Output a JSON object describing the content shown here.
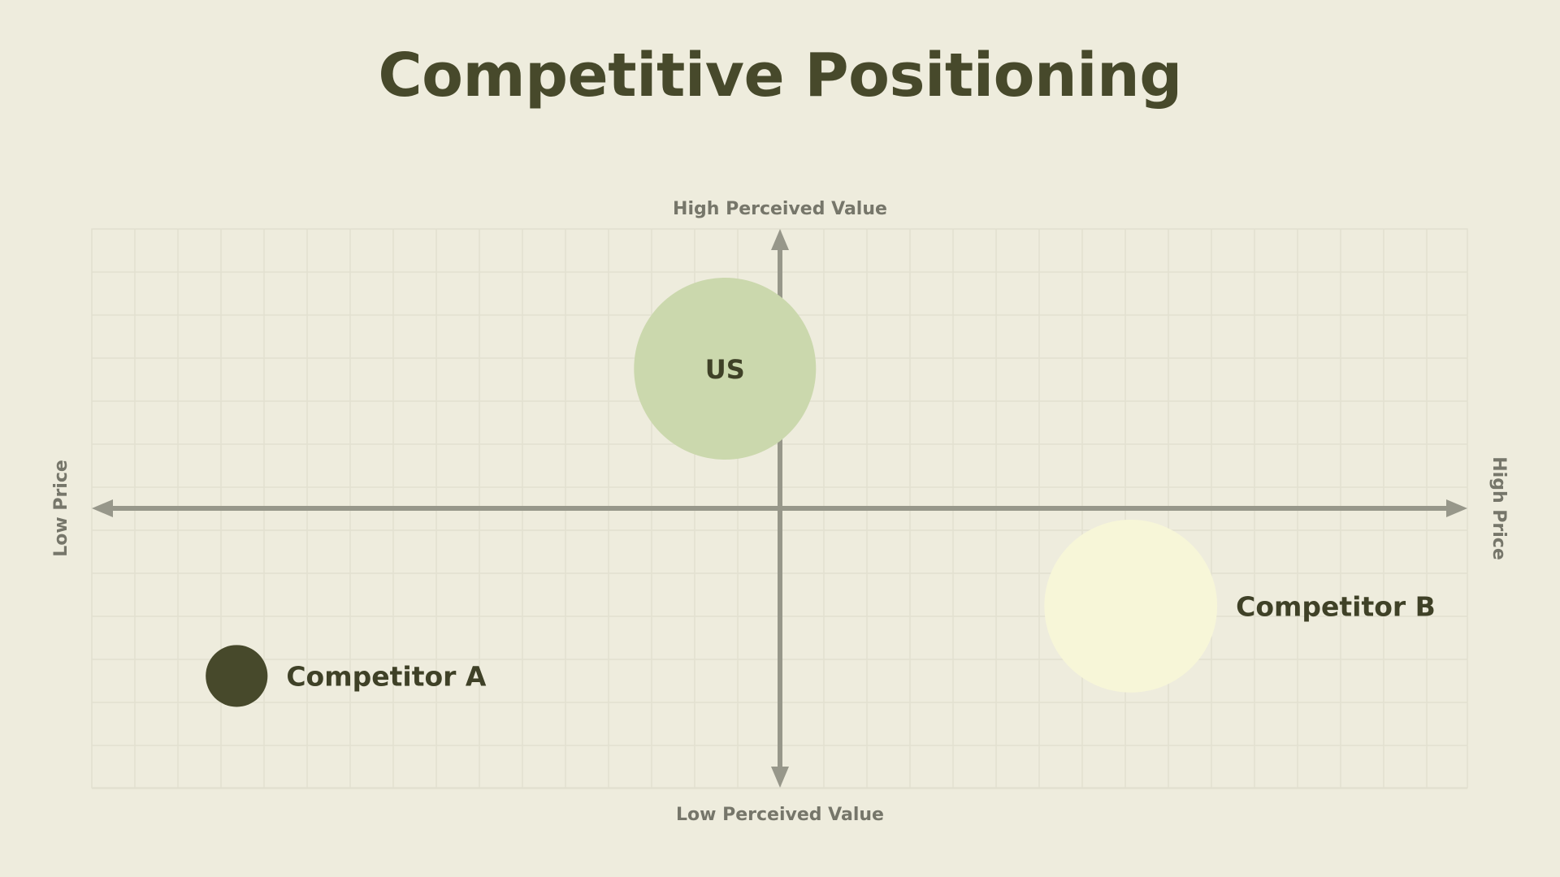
{
  "title": "Competitive Positioning",
  "axes": {
    "top": "High Perceived Value",
    "bottom": "Low Perceived Value",
    "left": "Low Price",
    "right": "High Price"
  },
  "colors": {
    "background": "#eeecdd",
    "title": "#47492b",
    "axis": "#97978a",
    "grid": "#e2e0d0",
    "label": "#3f4127"
  },
  "chart_data": {
    "type": "scatter",
    "x_meaning": "price (low to high)",
    "y_meaning": "perceived value (low to high)",
    "xlim": [
      -1,
      1
    ],
    "ylim": [
      -1,
      1
    ],
    "grid": true,
    "points": [
      {
        "name": "US",
        "x": -0.08,
        "y": 0.5,
        "size": 1.0,
        "color": "#cbd8ad",
        "label_position": "center"
      },
      {
        "name": "Competitor B",
        "x": 0.51,
        "y": -0.35,
        "size": 0.95,
        "color": "#f7f6d8",
        "label_position": "right"
      },
      {
        "name": "Competitor A",
        "x": -0.79,
        "y": -0.6,
        "size": 0.34,
        "color": "#47492b",
        "label_position": "right"
      }
    ]
  }
}
